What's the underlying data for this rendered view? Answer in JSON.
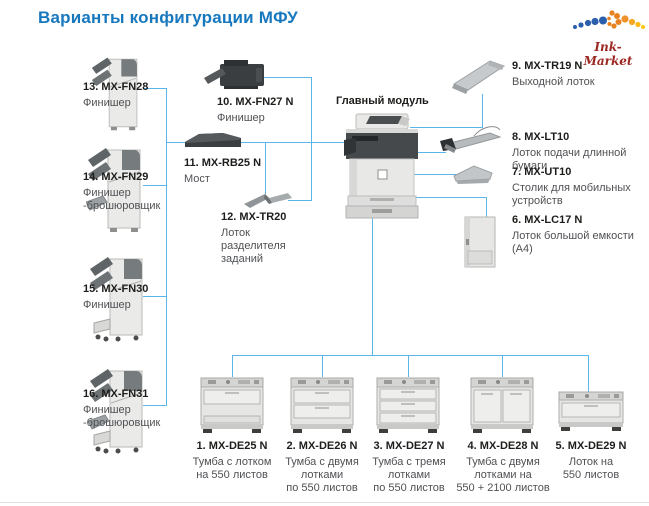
{
  "title": "Варианты конфигурации МФУ",
  "logo": {
    "text": "Ink-Market"
  },
  "colors": {
    "accent_blue": "#1878be",
    "line_blue": "#5ab6e8",
    "logo_red": "#9c2723"
  },
  "main_module": {
    "label": "Главный модуль"
  },
  "left_items": [
    {
      "num": "13.",
      "model": "MX-FN28",
      "desc": "Финишер"
    },
    {
      "num": "14.",
      "model": "MX-FN29",
      "desc": "Финишер\n-брошюровщик"
    },
    {
      "num": "15.",
      "model": "MX-FN30",
      "desc": "Финишер"
    },
    {
      "num": "16.",
      "model": "MX-FN31",
      "desc": "Финишер\n-брошюровщик"
    }
  ],
  "middle_items": [
    {
      "num": "10.",
      "model": "MX-FN27 N",
      "desc": "Финишер"
    },
    {
      "num": "11.",
      "model": "MX-RB25 N",
      "desc": "Мост"
    },
    {
      "num": "12.",
      "model": "MX-TR20",
      "desc": "Лоток\nразделителя\nзаданий"
    }
  ],
  "right_items": [
    {
      "num": "9.",
      "model": "MX-TR19 N",
      "desc": "Выходной лоток"
    },
    {
      "num": "8.",
      "model": "MX-LT10",
      "desc": "Лоток подачи длинной бумаги"
    },
    {
      "num": "7.",
      "model": "MX-UT10",
      "desc": "Столик для мобильных\nустройств"
    },
    {
      "num": "6.",
      "model": "MX-LC17 N",
      "desc": "Лоток большой емкости (А4)"
    }
  ],
  "bottom_items": [
    {
      "num": "1.",
      "model": "MX-DE25 N",
      "desc": "Тумба с лотком\nна 550 листов"
    },
    {
      "num": "2.",
      "model": "MX-DE26 N",
      "desc": "Тумба с двумя\nлотками\nпо 550 листов"
    },
    {
      "num": "3.",
      "model": "MX-DE27 N",
      "desc": "Тумба с тремя\nлотками\nпо 550 листов"
    },
    {
      "num": "4.",
      "model": "MX-DE28 N",
      "desc": "Тумба с двумя\nлотками на\n550 + 2100 листов"
    },
    {
      "num": "5.",
      "model": "MX-DE29 N",
      "desc": "Лоток на\n550 листов"
    }
  ]
}
